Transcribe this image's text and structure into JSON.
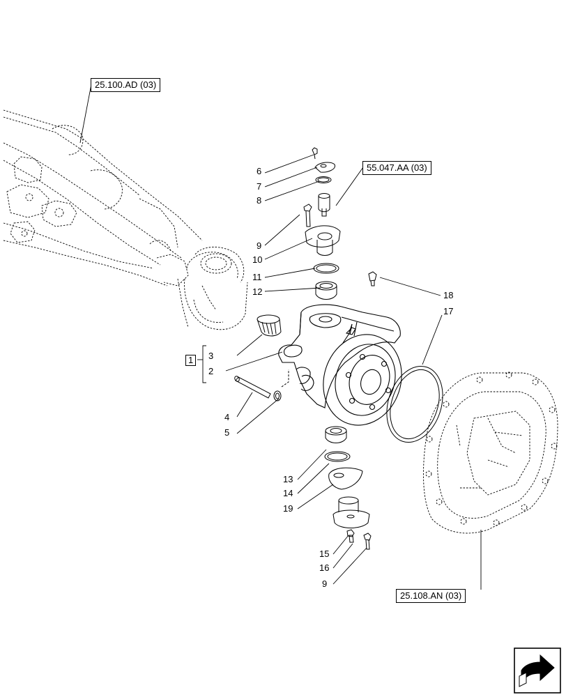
{
  "references": {
    "axle_housing": "25.100.AD (03)",
    "kingpin": "55.047.AA (03)",
    "hub_housing": "25.108.AN (03)"
  },
  "group_label": "1",
  "part_numbers": {
    "p6": "6",
    "p7": "7",
    "p8": "8",
    "p9_top": "9",
    "p10": "10",
    "p11": "11",
    "p12": "12",
    "p18": "18",
    "p17": "17",
    "p3": "3",
    "p2": "2",
    "p4": "4",
    "p5": "5",
    "p13": "13",
    "p14": "14",
    "p19": "19",
    "p15": "15",
    "p16": "16",
    "p9_bottom": "9"
  },
  "nav_icon": "next-page-arrow-icon"
}
